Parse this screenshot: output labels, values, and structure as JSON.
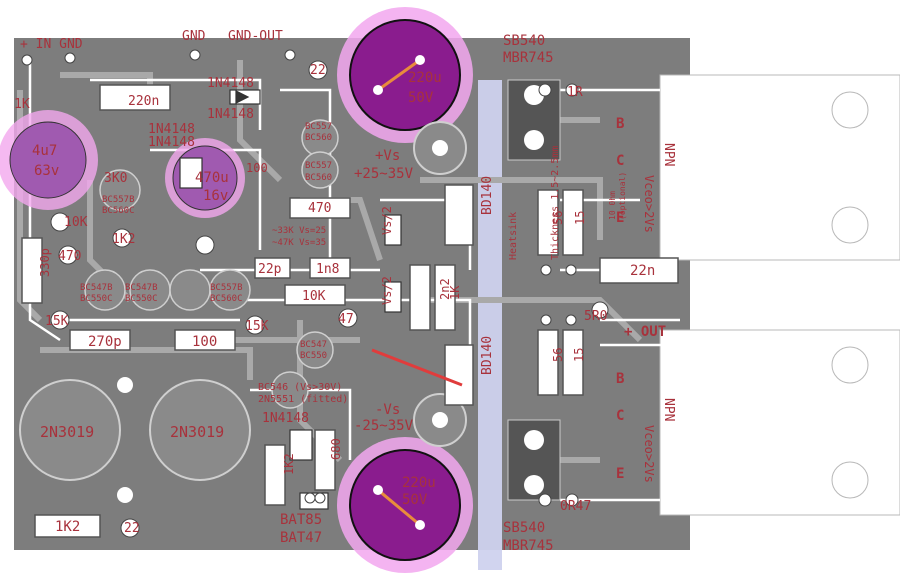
{
  "title": "",
  "colors": {
    "copper": "#7d7d7d",
    "copper_light": "#a0a0a0",
    "silk": "#a8323c",
    "highlight": "#f2a7ee",
    "heatsink": "#cfd2ee",
    "jumper": "#e03c3c",
    "cap_body": "#8a1c8e"
  },
  "labels": {
    "in_gnd": "+ IN GND",
    "gnd": "GND",
    "gnd_out": "GND-OUT",
    "r_1k_top": "1K",
    "cap_220n_top": "220n",
    "d_1n4148_a": "1N4148",
    "d_1n4148_b": "1N4148",
    "d_1n4148_c": "1N4148",
    "d_1n4148_d": "1N4148",
    "cap_4u7": "4u7",
    "cap_4u7_v": "63v",
    "cap_470u": "470u",
    "cap_470u_v": "16v",
    "r_100_v": "100",
    "cap_220u_top": "220u",
    "cap_220u_top_v": "50V",
    "sb540_top": "SB540",
    "mbr745_top": "MBR745",
    "r_1r_top": "1R",
    "bc557_top": "BC557",
    "bc560_top": "BC560",
    "bc557_mid": "BC557",
    "bc560_mid": "BC560",
    "vs_plus": "+Vs",
    "vs_plus_range": "+25~35V",
    "bc557b_a": "BC557B",
    "bc560c_a": "BC560C",
    "r_3k0": "3K0",
    "r_10k_left": "10K",
    "r_1k2_left": "1K2",
    "r_470_mid": "470",
    "r_470_left": "470",
    "r_47k_note": "~33K Vs=25",
    "r_47k_note2": "~47K Vs=35",
    "cap_330p": "330p",
    "cap_22p": "22p",
    "cap_1n8": "1n8",
    "r_10k_mid": "10K",
    "vs_half": "Vs/2",
    "vs_half_b": "Vs/2",
    "bd140_top": "BD140",
    "bd140_bot": "BD140",
    "cap_2n2": "2n2",
    "r_1k_mid": "1K",
    "r_56_top": "56",
    "r_15_top": "15",
    "r_56_bot": "56",
    "r_15_bot": "15",
    "opt_note": "(optional)",
    "opt_note_r": "10 0hm",
    "heatsink_a": "Heatsink",
    "heatsink_b": "Thickness 1.5~2.5mm",
    "npn_top": "NPN",
    "vceo_top": "Vceo>2Vs",
    "npn_bot": "NPN",
    "vceo_bot": "Vceo>2Vs",
    "pin_b_top": "B",
    "pin_c_top": "C",
    "pin_e_top": "E",
    "pin_b_bot": "B",
    "pin_c_bot": "C",
    "pin_e_bot": "E",
    "cap_22n_right": "22n",
    "r_5r0": "5R0",
    "out_plus": "+ OUT",
    "bc547b_a": "BC547B",
    "bc550c_a": "BC550C",
    "bc547b_b": "BC547B",
    "bc550c_b": "BC550C",
    "bc557b_b": "BC557B",
    "bc560c_b": "BC560C",
    "r_15k": "15K",
    "r_15k_b": "15K",
    "cap_270p": "270p",
    "r_100_b": "100",
    "r_47_b": "47",
    "bc547_c": "BC547",
    "bc550_c": "BC550",
    "bc546_note": "BC546 (Vs>30V)",
    "bc5551_note": "2N5551 (fitted)",
    "d_1n4148_e": "1N4148",
    "t_2n3019_a": "2N3019",
    "t_2n3019_b": "2N3019",
    "vs_minus": "-Vs",
    "vs_minus_range": "-25~35V",
    "r_1k2_b": "1K2",
    "r_680": "680",
    "cap_220u_bot": "220u",
    "cap_220u_bot_v": "50V",
    "sb540_bot": "SB540",
    "mbr745_bot": "MBR745",
    "r_0r47": "0R47",
    "r_1k2_bottom": "1K2",
    "bat85": "BAT85",
    "bat47": "BAT47",
    "r_22_bottom": "22",
    "r_22_top": "22"
  }
}
